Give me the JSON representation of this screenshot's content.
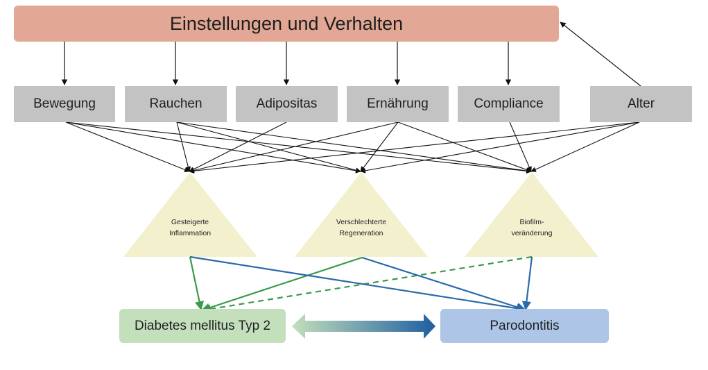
{
  "title": "Einstellungen und Verhalten",
  "factors": [
    "Bewegung",
    "Rauchen",
    "Adipositas",
    "Ernährung",
    "Compliance",
    "Alter"
  ],
  "mechanisms": [
    {
      "line1": "Gesteigerte",
      "line2": "Inflammation"
    },
    {
      "line1": "Verschlechterte",
      "line2": "Regeneration"
    },
    {
      "line1": "Biofilm-",
      "line2": "veränderung"
    }
  ],
  "outcomes": {
    "left": "Diabetes mellitus Typ 2",
    "right": "Parodontitis"
  },
  "colors": {
    "title_box": "#e2a895",
    "factor_box": "#c3c3c3",
    "triangle": "#f2f0cd",
    "diabetes_box": "#c3dfbc",
    "parodontitis_box": "#adc5e6",
    "link_to_diabetes": "#3a9a4a",
    "link_to_parodontitis": "#2a6aaa"
  }
}
